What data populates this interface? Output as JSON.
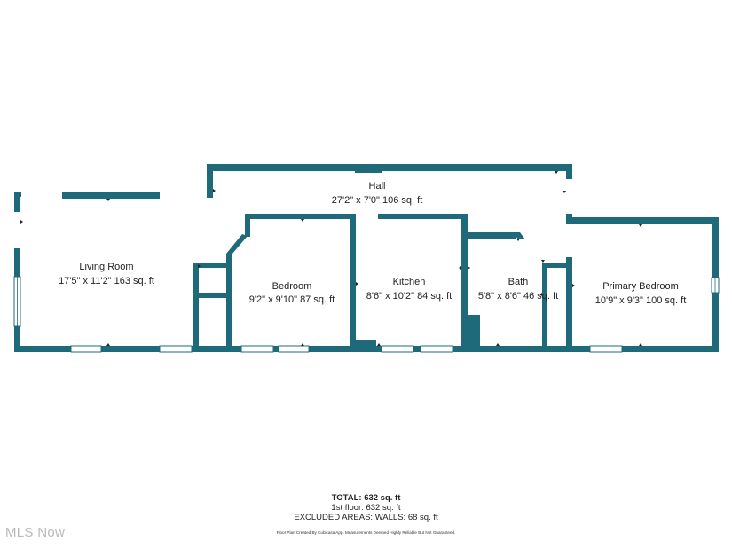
{
  "colors": {
    "wall": "#1f6a7a",
    "window": "#dfe8ea",
    "text": "#222222",
    "watermark": "#b9b9b9"
  },
  "rooms": {
    "hall": {
      "name": "Hall",
      "dims": "27'2\" x 7'0\" 106 sq. ft"
    },
    "living_room": {
      "name": "Living Room",
      "dims": "17'5\" x 11'2\" 163 sq. ft"
    },
    "bedroom": {
      "name": "Bedroom",
      "dims": "9'2\" x 9'10\" 87 sq. ft"
    },
    "kitchen": {
      "name": "Kitchen",
      "dims": "8'6\" x 10'2\" 84 sq. ft"
    },
    "bath": {
      "name": "Bath",
      "dims": "5'8\" x 8'6\" 46 sq. ft"
    },
    "primary_bedroom": {
      "name": "Primary Bedroom",
      "dims": "10'9\" x 9'3\" 100 sq. ft"
    }
  },
  "summary": {
    "total": "TOTAL: 632 sq. ft",
    "floor": "1st floor: 632 sq. ft",
    "excluded": "EXCLUDED AREAS: WALLS: 68 sq. ft"
  },
  "credit": "Floor Plan Created By Cubicasa App. Measurements Deemed Highly Reliable But Not Guaranteed.",
  "watermark": "MLS Now"
}
